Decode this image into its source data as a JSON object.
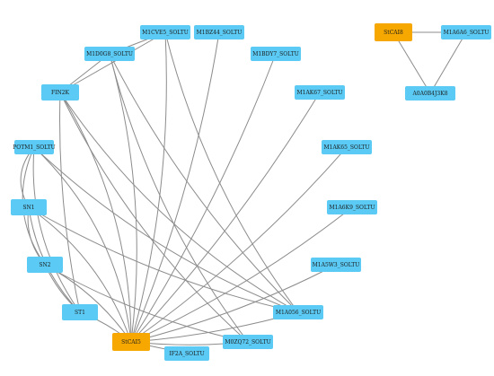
{
  "colors": {
    "node_default": "#5bcbf5",
    "node_highlight": "#f7a800",
    "edge": "#8c8c8c",
    "background": "#ffffff"
  },
  "nodes": [
    {
      "id": "StCAI5",
      "label": "StCAI5",
      "highlight": true
    },
    {
      "id": "StCAI8",
      "label": "StCAI8",
      "highlight": true
    },
    {
      "id": "M1CVE5",
      "label": "M1CVE5_SOLTU",
      "highlight": false
    },
    {
      "id": "M1BZ44",
      "label": "M1BZ44_SOLTU",
      "highlight": false
    },
    {
      "id": "M1D0G8",
      "label": "M1D0G8_SOLTU",
      "highlight": false
    },
    {
      "id": "M1BDY7",
      "label": "M1BDY7_SOLTU",
      "highlight": false
    },
    {
      "id": "FIN2K",
      "label": "FIN2K",
      "highlight": false
    },
    {
      "id": "M1AK67",
      "label": "M1AK67_SOLTU",
      "highlight": false
    },
    {
      "id": "POTM1",
      "label": "POTM1_SOLTU",
      "highlight": false
    },
    {
      "id": "M1AK65",
      "label": "M1AK65_SOLTU",
      "highlight": false
    },
    {
      "id": "SN1",
      "label": "SN1",
      "highlight": false
    },
    {
      "id": "M1A6K9",
      "label": "M1A6K9_SOLTU",
      "highlight": false
    },
    {
      "id": "SN2",
      "label": "SN2",
      "highlight": false
    },
    {
      "id": "M1A5W3",
      "label": "M1A5W3_SOLTU",
      "highlight": false
    },
    {
      "id": "ST1",
      "label": "ST1",
      "highlight": false
    },
    {
      "id": "M1A056",
      "label": "M1A056_SOLTU",
      "highlight": false
    },
    {
      "id": "M0ZQ72",
      "label": "M0ZQ72_SOLTU",
      "highlight": false
    },
    {
      "id": "IF2A",
      "label": "IF2A_SOLTU",
      "highlight": false
    },
    {
      "id": "M1A6A6",
      "label": "M1A6A6_SOLTU",
      "highlight": false
    },
    {
      "id": "A0A0B4J3K8",
      "label": "A0A0B4J3K8",
      "highlight": false
    }
  ],
  "edges": [
    [
      "StCAI5",
      "M1CVE5"
    ],
    [
      "StCAI5",
      "M1BZ44"
    ],
    [
      "StCAI5",
      "M1D0G8"
    ],
    [
      "StCAI5",
      "M1BDY7"
    ],
    [
      "StCAI5",
      "FIN2K"
    ],
    [
      "StCAI5",
      "M1AK67"
    ],
    [
      "StCAI5",
      "POTM1"
    ],
    [
      "StCAI5",
      "M1AK65"
    ],
    [
      "StCAI5",
      "SN1"
    ],
    [
      "StCAI5",
      "M1A6K9"
    ],
    [
      "StCAI5",
      "SN2"
    ],
    [
      "StCAI5",
      "M1A5W3"
    ],
    [
      "StCAI5",
      "ST1"
    ],
    [
      "StCAI5",
      "M1A056"
    ],
    [
      "StCAI5",
      "M0ZQ72"
    ],
    [
      "StCAI5",
      "IF2A"
    ],
    [
      "FIN2K",
      "M1D0G8"
    ],
    [
      "FIN2K",
      "M1CVE5"
    ],
    [
      "FIN2K",
      "M1A056"
    ],
    [
      "FIN2K",
      "M0ZQ72"
    ],
    [
      "FIN2K",
      "ST1"
    ],
    [
      "M1D0G8",
      "M1CVE5"
    ],
    [
      "M1D0G8",
      "M0ZQ72"
    ],
    [
      "M1D0G8",
      "M1A056"
    ],
    [
      "M1CVE5",
      "M1A056"
    ],
    [
      "POTM1",
      "SN1"
    ],
    [
      "POTM1",
      "SN2"
    ],
    [
      "POTM1",
      "ST1"
    ],
    [
      "SN1",
      "SN2"
    ],
    [
      "SN1",
      "ST1"
    ],
    [
      "SN2",
      "ST1"
    ],
    [
      "POTM1",
      "M1A056"
    ],
    [
      "SN1",
      "M1A056"
    ],
    [
      "SN2",
      "M0ZQ72"
    ],
    [
      "StCAI8",
      "M1A6A6"
    ],
    [
      "StCAI8",
      "A0A0B4J3K8"
    ],
    [
      "M1A6A6",
      "A0A0B4J3K8"
    ]
  ]
}
